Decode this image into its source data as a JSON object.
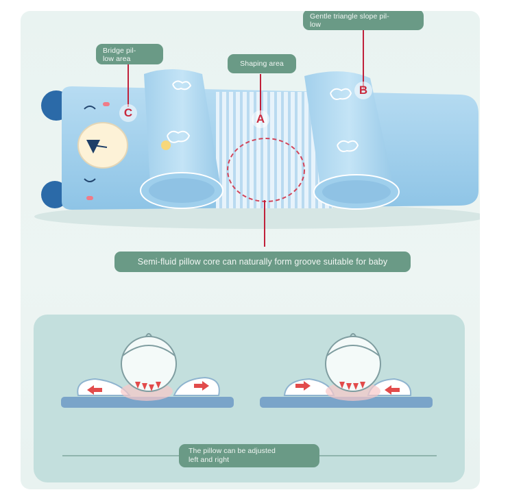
{
  "labels": {
    "gentle_slope": "Gentle triangle slope pil-\nlow",
    "bridge": "Bridge pil-\nlow area",
    "shaping": "Shaping area",
    "semi_fluid": "Semi-fluid pillow core can naturally form groove suitable for baby",
    "adjust": "The pillow can be adjusted\nleft and right"
  },
  "callouts": {
    "a": "A",
    "b": "B",
    "c": "C"
  },
  "colors": {
    "label_bg": "#6a9a86",
    "callout": "#c0203a",
    "pillow_blue": "#a8d4ee",
    "panel": "#c3dfdd",
    "arrow": "#e24b4b"
  }
}
